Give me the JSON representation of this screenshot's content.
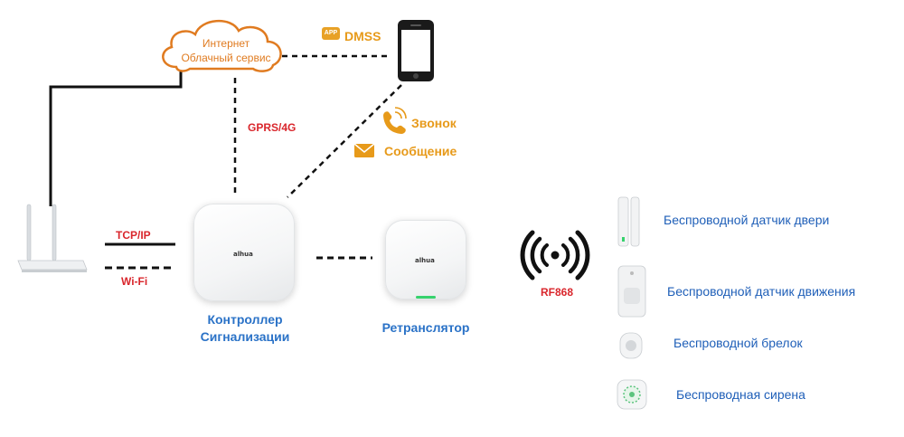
{
  "cloud": {
    "line1": "Интернет",
    "line2": "Облачный сервис"
  },
  "app": {
    "badge": "APP",
    "name": "DMSS"
  },
  "links": {
    "gprs": "GPRS/4G",
    "tcpip": "TCP/IP",
    "wifi": "Wi-Fi",
    "rf": "RF868"
  },
  "notifications": {
    "call": "Звонок",
    "message": "Сообщение"
  },
  "hub": {
    "brand": "alhua",
    "label_line1": "Контроллер",
    "label_line2": "Сигнализации"
  },
  "repeater": {
    "brand": "alhua",
    "label": "Ретранслятор"
  },
  "devices": [
    {
      "label": "Беспроводной датчик двери"
    },
    {
      "label": "Беспроводной датчик движения"
    },
    {
      "label": "Беспроводной брелок"
    },
    {
      "label": "Беспроводная сирена"
    }
  ],
  "colors": {
    "red": "#d9262c",
    "orange": "#e79a1a",
    "blue": "#2a72c7",
    "cloud": "#e07b20"
  }
}
